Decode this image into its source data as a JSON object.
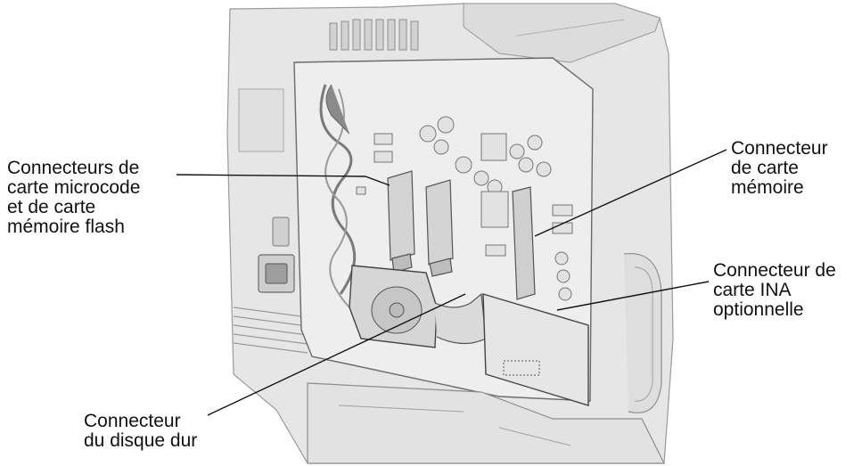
{
  "labels": {
    "flash": [
      "Connecteurs de",
      "carte microcode",
      "et de carte",
      "mémoire flash"
    ],
    "memoire": [
      "Connecteur",
      "de carte",
      "mémoire"
    ],
    "ina": [
      "Connecteur de",
      "carte INA",
      "optionnelle"
    ],
    "disque": [
      "Connecteur",
      "du disque dur"
    ]
  },
  "colors": {
    "body": "#e4e4e4",
    "panel": "#ececec",
    "edge": "#9a9a9a",
    "dark": "#6e6e6e",
    "ink": "#111111"
  }
}
